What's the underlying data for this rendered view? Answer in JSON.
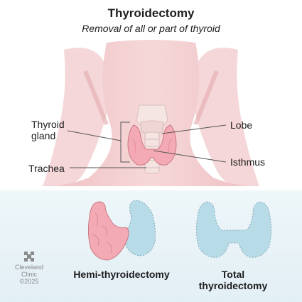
{
  "title": "Thyroidectomy",
  "subtitle": "Removal of all or part of thyroid",
  "labels": {
    "thyroid_gland_line1": "Thyroid",
    "thyroid_gland_line2": "gland",
    "trachea": "Trachea",
    "lobe": "Lobe",
    "isthmus": "Isthmus"
  },
  "procedures": {
    "hemi": "Hemi-thyroidectomy",
    "total_line1": "Total",
    "total_line2": "thyroidectomy"
  },
  "brand": {
    "line1": "Cleveland",
    "line2": "Clinic",
    "copyright": "©2025"
  },
  "colors": {
    "panel": "#e6f1f6",
    "tissue": "#f4b7bf",
    "removed": "#b8dbe8"
  }
}
